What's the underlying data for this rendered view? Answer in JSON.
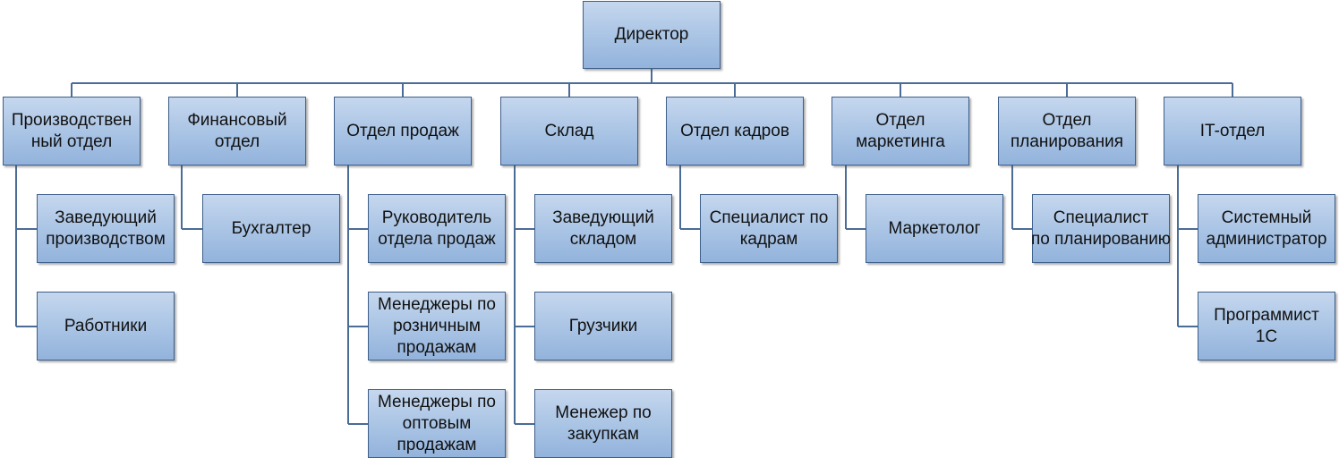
{
  "director": "Директор",
  "departments": [
    {
      "name": "Производствен\nный отдел",
      "children": [
        "Заведующий\nпроизводством",
        "Работники"
      ]
    },
    {
      "name": "Финансовый\nотдел",
      "children": [
        "Бухгалтер"
      ]
    },
    {
      "name": "Отдел продаж",
      "children": [
        "Руководитель\nотдела продаж",
        "Менеджеры по\nрозничным\nпродажам",
        "Менеджеры по\nоптовым\nпродажам"
      ]
    },
    {
      "name": "Склад",
      "children": [
        "Заведующий\nскладом",
        "Грузчики",
        "Менежер по\nзакупкам"
      ]
    },
    {
      "name": "Отдел кадров",
      "children": [
        "Специалист по\nкадрам"
      ]
    },
    {
      "name": "Отдел\nмаркетинга",
      "children": [
        "Маркетолог"
      ]
    },
    {
      "name": "Отдел\nпланирования",
      "children": [
        "Специалист\nпо планированию"
      ]
    },
    {
      "name": "IT-отдел",
      "children": [
        "Системный\nадминистратор",
        "Программист\n1С"
      ]
    }
  ],
  "colors": {
    "box_fill": "#a8c3e4",
    "box_border": "#3e5f8a",
    "connector": "#4a6c97"
  }
}
